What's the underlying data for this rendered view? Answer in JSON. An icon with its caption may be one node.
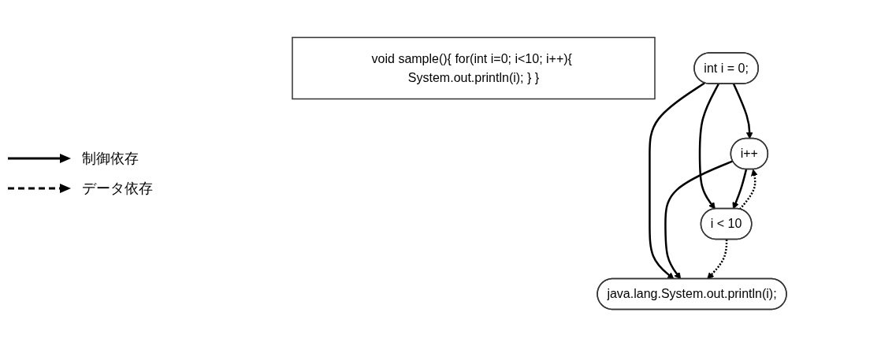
{
  "diagram": {
    "nodes": [
      {
        "text": [
          "void sample(){ for(int i=0; i<10; i++){ System.out.println(i); } }"
        ]
      },
      {
        "text": [
          "int i = 0;"
        ]
      },
      {
        "text": [
          "i++"
        ]
      },
      {
        "text": [
          "i < 10"
        ]
      },
      {
        "text": [
          "java.lang.System.out.println(i);"
        ]
      }
    ],
    "edges": [
      {
        "from": 1,
        "to": 2,
        "arrow": "to"
      },
      {
        "from": 1,
        "to": 3,
        "arrow": "to"
      },
      {
        "from": 1,
        "to": 4,
        "arrow": "to"
      },
      {
        "from": 2,
        "to": 3,
        "arrow": "to"
      },
      {
        "from": 3,
        "to": 2,
        "arrow": "to",
        "style": "dashed"
      },
      {
        "from": 2,
        "to": 4,
        "arrow": "to"
      },
      {
        "from": 3,
        "to": 4,
        "arrow": "to",
        "style": "dashed"
      }
    ],
    "legend": [
      {
        "text": "制御依存"
      },
      {
        "text": "データ依存"
      }
    ]
  }
}
